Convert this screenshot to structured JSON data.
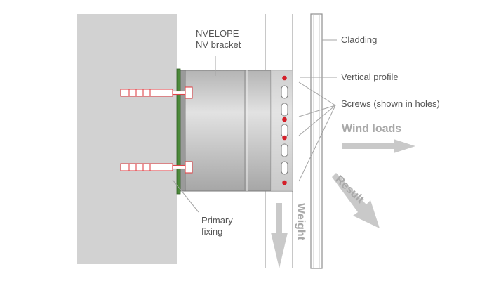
{
  "labels": {
    "bracket_name": "NVELOPE",
    "bracket_sub": "NV bracket",
    "cladding": "Cladding",
    "vertical_profile": "Vertical profile",
    "screws": "Screws (shown in holes)",
    "primary_fixing_1": "Primary",
    "primary_fixing_2": "fixing"
  },
  "forces": {
    "wind": "Wind loads",
    "result": "Result",
    "weight": "Weight"
  },
  "colors": {
    "wall": "#d2d2d2",
    "bracket": "#c4c4c4",
    "bracket_edge": "#7a7a7a",
    "pad": "#4c8a3a",
    "bolt_outline": "#e0454a",
    "screw_dot": "#d4202a",
    "leader": "#a5a5a5",
    "arrow": "#c9c9c9",
    "text": "#555555",
    "force_text": "#a9a9a9"
  }
}
